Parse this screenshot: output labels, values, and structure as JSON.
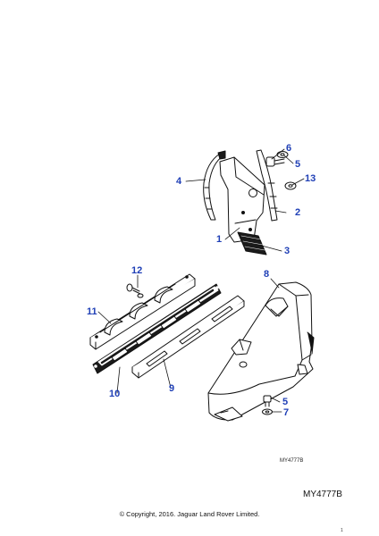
{
  "diagram": {
    "callouts": {
      "c1": "1",
      "c2": "2",
      "c3": "3",
      "c4": "4",
      "c5a": "5",
      "c5b": "5",
      "c6": "6",
      "c7": "7",
      "c8": "8",
      "c9": "9",
      "c10": "10",
      "c11": "11",
      "c12": "12",
      "c13": "13"
    },
    "diagram_code": "MY4777B",
    "reference_code": "MY4777B",
    "copyright": "© Copyright, 2016. Jaguar Land Rover Limited.",
    "page_number": "1",
    "colors": {
      "callout": "#1f3fb6",
      "line": "#111111",
      "dark_fill": "#1a1a1a",
      "background": "#ffffff"
    }
  }
}
